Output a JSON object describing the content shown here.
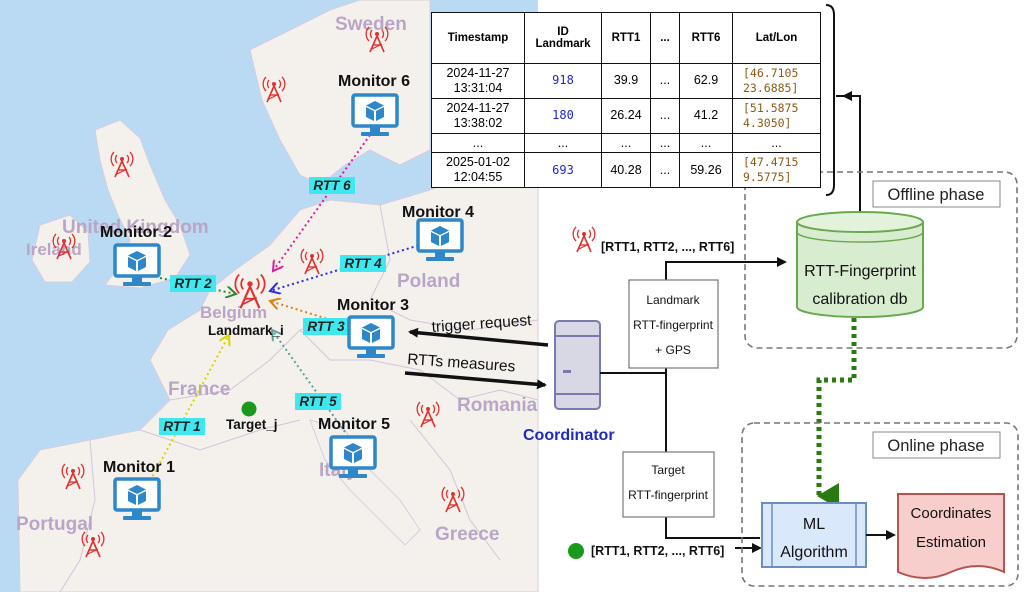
{
  "map": {
    "countries": {
      "sweden": "Sweden",
      "united_kingdom": "United Kingdom",
      "ireland": "Ireland",
      "belgium": "Belgium",
      "poland": "Poland",
      "france": "France",
      "romania": "Romania",
      "italy": "Italy",
      "portugal": "Portugal",
      "greece": "Greece"
    },
    "monitors": {
      "m1": "Monitor 1",
      "m2": "Monitor 2",
      "m3": "Monitor 3",
      "m4": "Monitor 4",
      "m5": "Monitor 5",
      "m6": "Monitor 6"
    },
    "rtt_labels": {
      "r1": "RTT 1",
      "r2": "RTT 2",
      "r3": "RTT 3",
      "r4": "RTT 4",
      "r5": "RTT 5",
      "r6": "RTT 6"
    },
    "landmark_label": "Landmark_i",
    "target_label": "Target_j"
  },
  "arrows": {
    "trigger_request": "trigger request",
    "rtts_measures": "RTTs measures"
  },
  "coordinator": {
    "label": "Coordinator"
  },
  "table": {
    "headers": {
      "timestamp": "Timestamp",
      "id_line1": "ID",
      "id_line2": "Landmark",
      "rtt1": "RTT1",
      "ellipsis": "...",
      "rtt6": "RTT6",
      "latlon": "Lat/Lon"
    },
    "rows": [
      {
        "ts1": "2024-11-27",
        "ts2": "13:31:04",
        "id": "918",
        "rtt1": "39.9",
        "dots": "...",
        "rtt6": "62.9",
        "ll1": "[46.7105",
        "ll2": "23.6885]"
      },
      {
        "ts1": "2024-11-27",
        "ts2": "13:38:02",
        "id": "180",
        "rtt1": "26.24",
        "dots": "...",
        "rtt6": "41.2",
        "ll1": "[51.5875",
        "ll2": "4.3050]"
      },
      {
        "c1": "...",
        "c2": "...",
        "c3": "...",
        "c4": "...",
        "c5": "...",
        "c6": "..."
      },
      {
        "ts1": "2025-01-02",
        "ts2": "12:04:55",
        "id": "693",
        "rtt1": "40.28",
        "dots": "...",
        "rtt6": "59.26",
        "ll1": "[47.4715",
        "ll2": "9.5775]"
      }
    ]
  },
  "flow": {
    "landmark_vector": "[RTT1, RTT2, ..., RTT6]",
    "target_vector": "[RTT1, RTT2, ..., RTT6]",
    "landmark_box": {
      "line1": "Landmark",
      "line2": "RTT-fingerprint",
      "line3": "+ GPS"
    },
    "target_box": {
      "line1": "Target",
      "line2": "RTT-fingerprint"
    }
  },
  "offline_phase": {
    "label": "Offline phase",
    "db_line1": "RTT-Fingerprint",
    "db_line2": "calibration db"
  },
  "online_phase": {
    "label": "Online phase",
    "ml_line1": "ML",
    "ml_line2": "Algorithm",
    "est_line1": "Coordinates",
    "est_line2": "Estimation"
  },
  "colors": {
    "map_water": "#b9daf2",
    "map_land": "#f4f1ec",
    "monitor_blue": "#2d87c9",
    "rtt_highlight": "#3ee8ee",
    "coordinator_text": "#1f2bbf",
    "db_fill": "#d8edcf",
    "db_stroke": "#6aa84f",
    "ml_fill": "#dae8fc",
    "est_fill": "#f8cecc",
    "tower_red": "#e03030",
    "dotted_green": "#2a7a12",
    "rtt1": "#d7d400",
    "rtt2": "#2a8a2a",
    "rtt3": "#e0801a",
    "rtt4": "#2a2ae0",
    "rtt5": "#5aa0a0",
    "rtt6": "#e01aa0"
  }
}
